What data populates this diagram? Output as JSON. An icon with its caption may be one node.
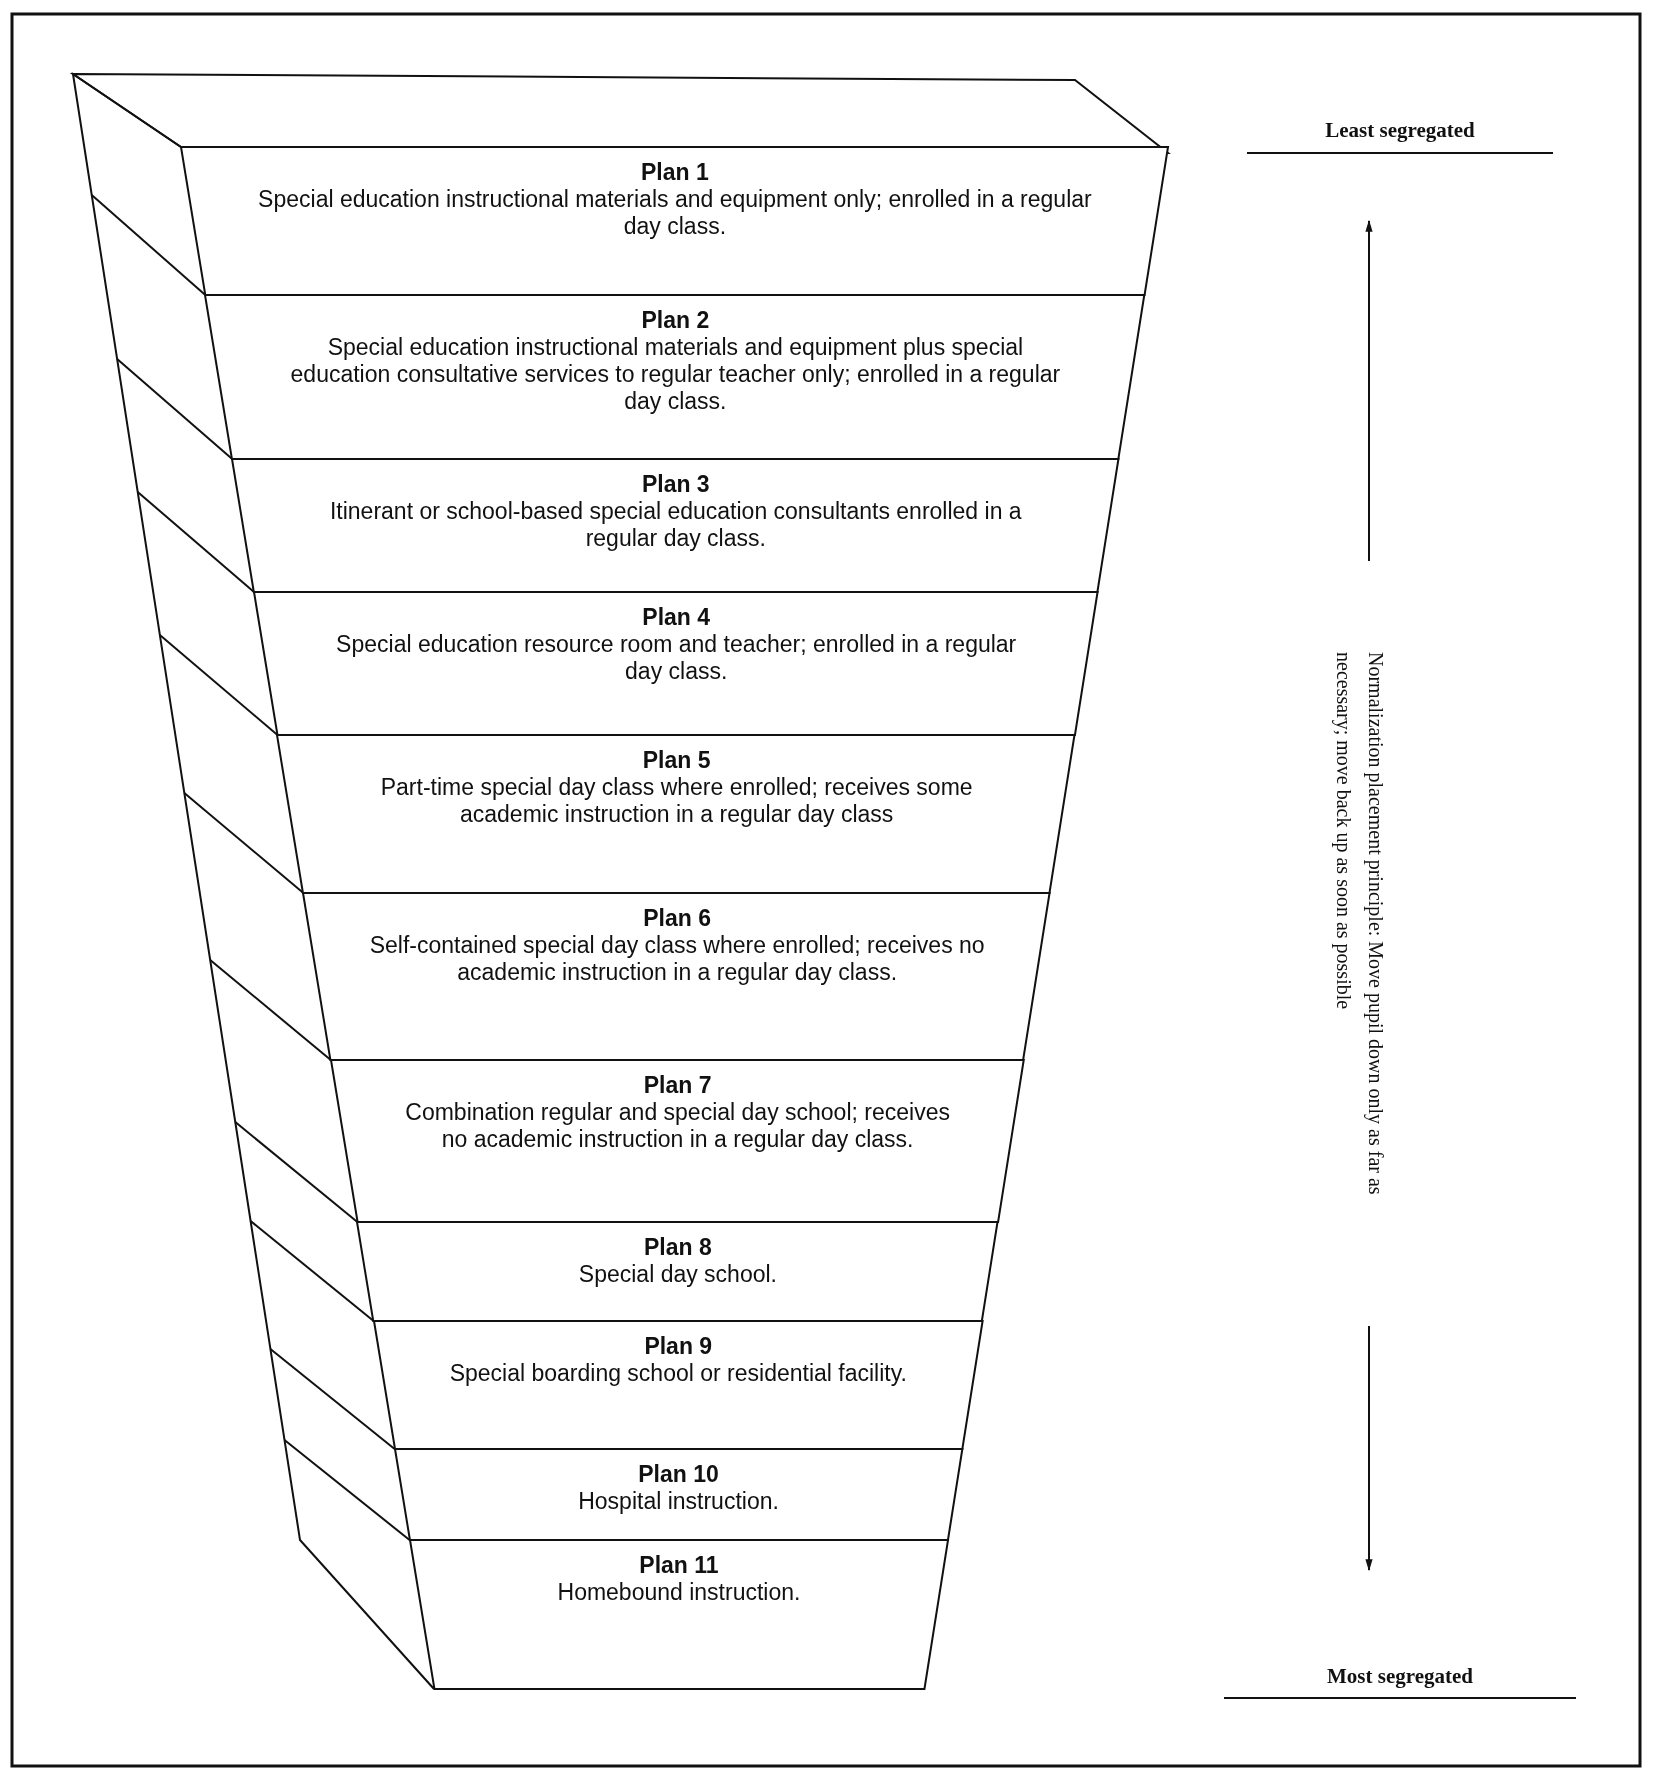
{
  "diagram": {
    "nodes": [
      {
        "text": [
          "Plan 1",
          "Special education instructional materials and equipment only; enrolled in a regular day class."
        ]
      },
      {
        "text": [
          "Plan 2",
          "Special education instructional materials and equipment plus special education consultative services to regular teacher only; enrolled in a regular day class."
        ]
      },
      {
        "text": [
          "Plan 3",
          "Itinerant or school-based special education consultants enrolled in a regular day class."
        ]
      },
      {
        "text": [
          "Plan 4",
          "Special education resource room and teacher; enrolled in a regular day class."
        ]
      },
      {
        "text": [
          "Plan 5",
          "Part-time special day class where enrolled; receives some academic instruction in a regular day class"
        ]
      },
      {
        "text": [
          "Plan 6",
          "Self-contained special day class where enrolled; receives no academic instruction in a regular day class."
        ]
      },
      {
        "text": [
          "Plan 7",
          "Combination regular and special day school; receives no academic instruction in a regular day class."
        ]
      },
      {
        "text": [
          "Plan 8",
          "Special day school."
        ]
      },
      {
        "text": [
          "Plan 9",
          "Special boarding school or residential facility."
        ]
      },
      {
        "text": [
          "Plan 10",
          "Hospital instruction."
        ]
      },
      {
        "text": [
          "Plan 11",
          "Homebound instruction."
        ]
      }
    ],
    "labels": [
      "Least segregated",
      "Normalization placement principle: Move pupil down only as far as necessary; move back up as soon as possible",
      "Most segregated"
    ]
  }
}
